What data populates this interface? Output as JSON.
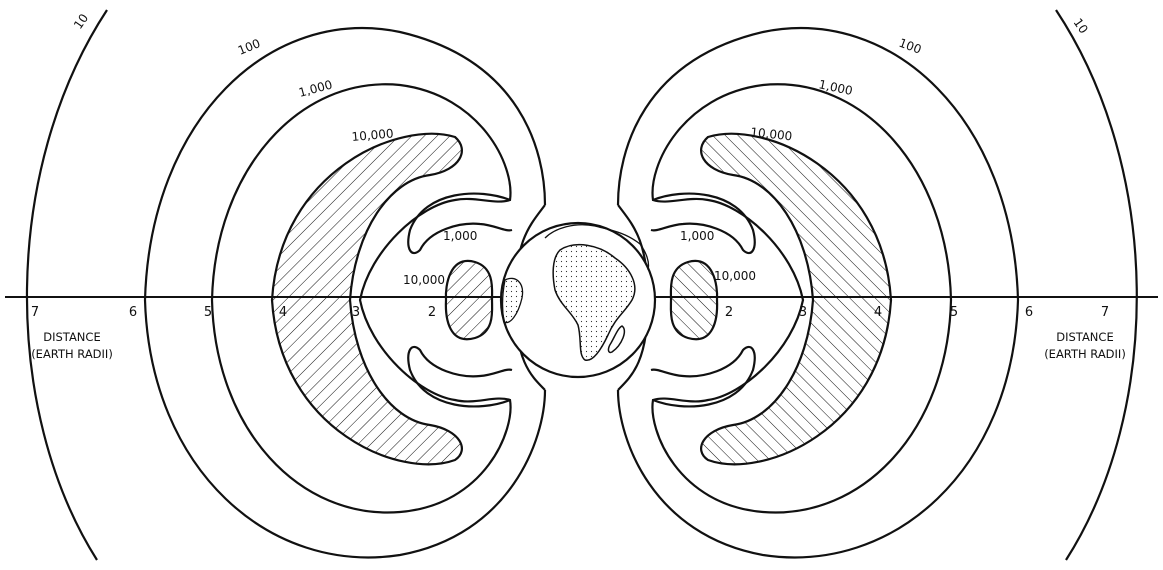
{
  "contour_labels": {
    "outer_left": "10",
    "outer_right": "10",
    "c100_left": "100",
    "c100_right": "100",
    "c1000_left": "1,000",
    "c1000_right": "1,000",
    "c10000_left": "10,000",
    "c10000_right": "10,000",
    "inner1000_left": "1,000",
    "inner1000_right": "1,000",
    "inner10000_left": "10,000",
    "inner10000_right": "10,000"
  },
  "axis": {
    "left_ticks": [
      "7",
      "6",
      "5",
      "4",
      "3",
      "2"
    ],
    "right_ticks": [
      "2",
      "3",
      "4",
      "5",
      "6",
      "7"
    ],
    "caption_left": [
      "DISTANCE",
      "(EARTH RADII)"
    ],
    "caption_right": [
      "DISTANCE",
      "(EARTH RADII)"
    ]
  },
  "colors": {
    "ink": "#111111",
    "background": "#ffffff"
  }
}
